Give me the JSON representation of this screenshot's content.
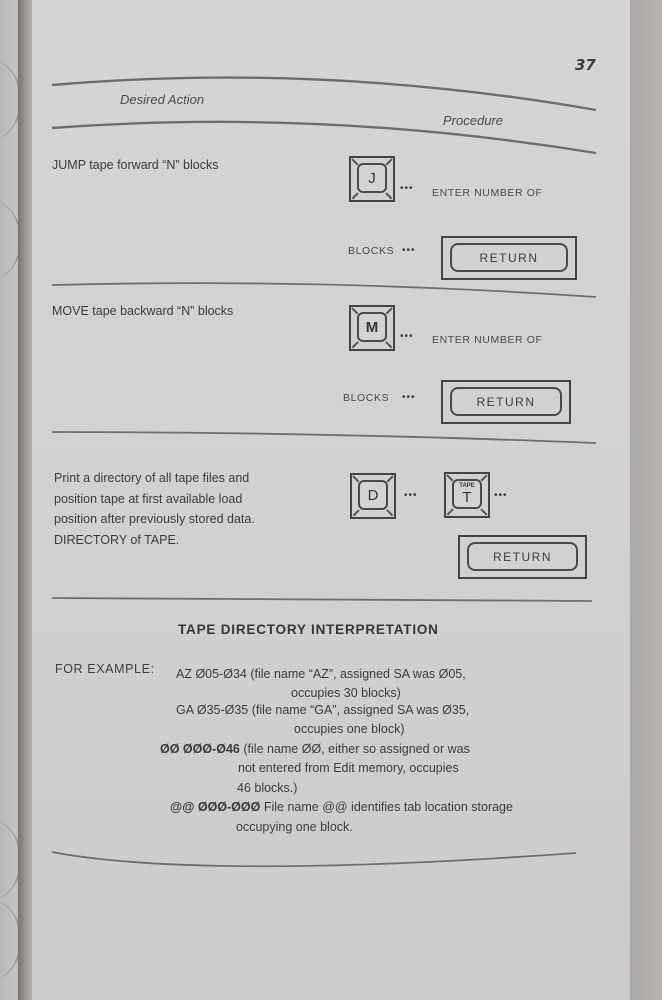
{
  "page": {
    "number": "37"
  },
  "table_header": {
    "desired_action": "Desired Action",
    "procedure": "Procedure"
  },
  "rows": [
    {
      "action": "JUMP tape forward “N” blocks",
      "keys": [
        {
          "label": "J"
        }
      ],
      "dots_1": "•••",
      "after_key_text": "ENTER NUMBER OF",
      "line2_text": "BLOCKS",
      "dots_2": "•••",
      "final_key": "RETURN"
    },
    {
      "action": "MOVE tape backward “N” blocks",
      "keys": [
        {
          "label": "M"
        }
      ],
      "dots_1": "•••",
      "after_key_text": "ENTER NUMBER OF",
      "line2_text": "BLOCKS",
      "dots_2": "•••",
      "final_key": "RETURN"
    },
    {
      "action_lines": [
        "Print a directory of all tape files and",
        "position tape at first available load",
        "position after previously stored data.",
        "DIRECTORY of TAPE."
      ],
      "keys": [
        {
          "label": "D"
        },
        {
          "label": "T",
          "sup": "TAPE"
        }
      ],
      "dots_1": "•••",
      "dots_2": "•••",
      "final_key": "RETURN"
    }
  ],
  "interpretation": {
    "title": "TAPE DIRECTORY INTERPRETATION",
    "for_example_label": "FOR EXAMPLE:",
    "examples": [
      {
        "code": "AZ Ø05-Ø34",
        "lines": [
          "(file name “AZ”, assigned SA was Ø05,",
          "occupies 30 blocks)"
        ]
      },
      {
        "code": "GA Ø35-Ø35",
        "lines": [
          "(file name “GA”, assigned SA was Ø35,",
          "occupies one block)"
        ]
      },
      {
        "code": "ØØ ØØØ-Ø46",
        "lines": [
          "(file name ØØ, either so assigned or was",
          "not entered from Edit memory, occupies",
          "46 blocks.)"
        ]
      },
      {
        "code": "@@ ØØØ-ØØØ",
        "lines": [
          "File name @@ identifies tab location storage",
          "occupying one block."
        ]
      }
    ]
  }
}
